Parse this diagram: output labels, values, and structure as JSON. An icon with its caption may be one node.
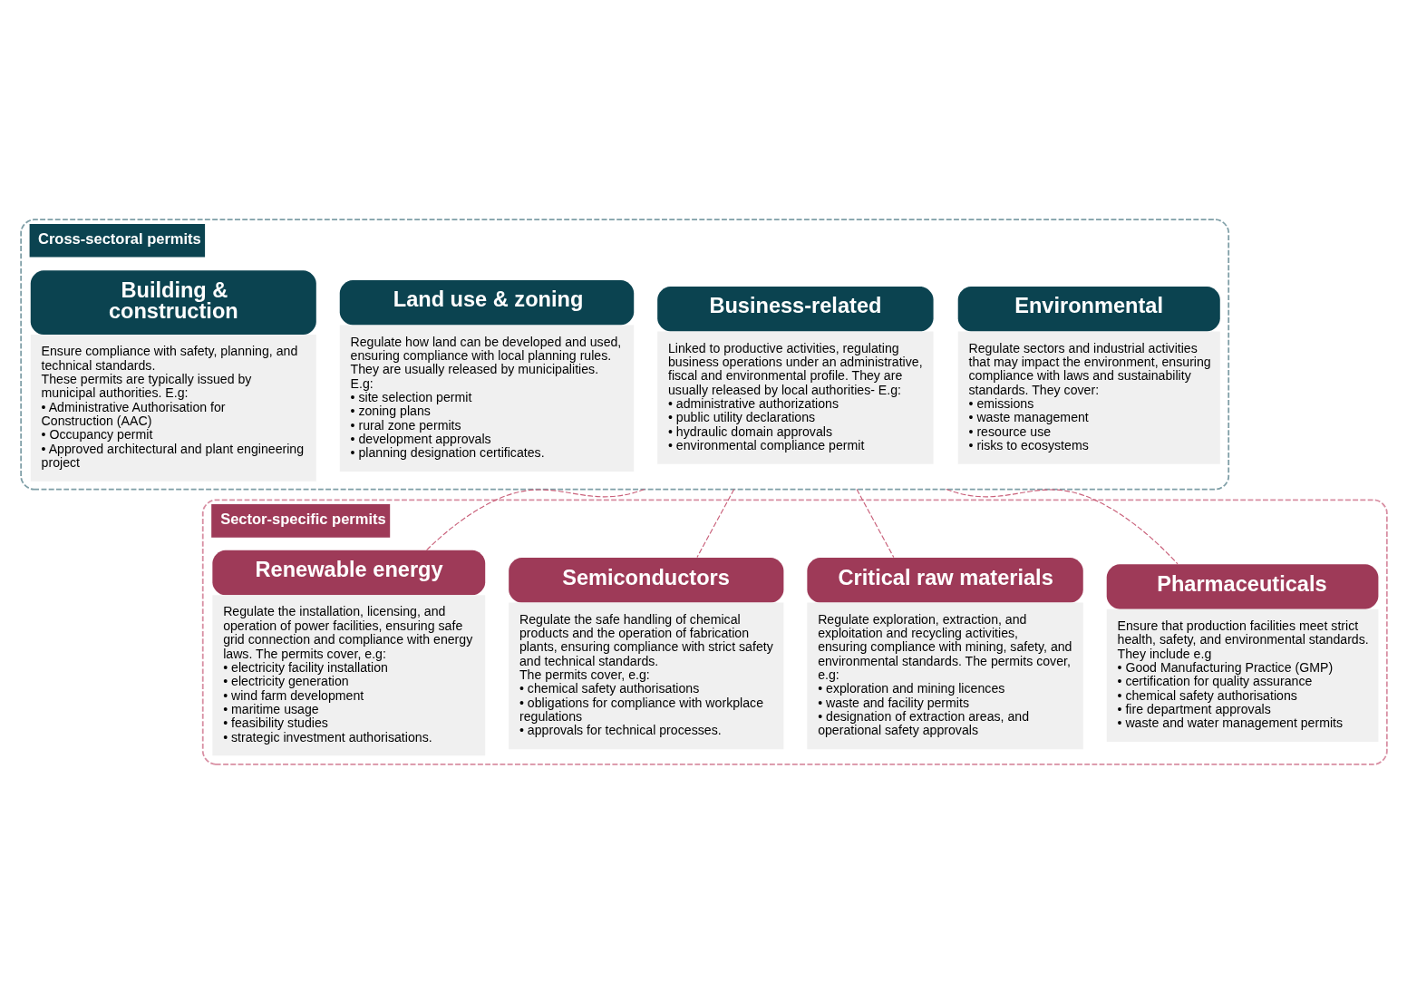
{
  "diagram": {
    "nodes": [
      {
        "text": [
          "Cross-sectoral permits"
        ]
      },
      {
        "text": [
          "Building & construction",
          "Ensure compliance with safety, planning, and technical standards.",
          "These permits are typically issued by municipal authorities. E.g:",
          "• Administrative Authorisation for Construction (AAC)",
          "• Occupancy permit",
          "• Approved architectural and plant engineering project"
        ],
        "in": 0
      },
      {
        "text": [
          "Land use & zoning",
          "Regulate how land can be developed and used, ensuring compliance with local planning rules. They are usually released by municipalities. E.g:",
          "• site selection permit",
          "• zoning plans",
          "• rural zone permits",
          "• development approvals",
          "• planning designation certificates."
        ],
        "in": 0
      },
      {
        "text": [
          "Business-related",
          "Linked to productive activities, regulating business operations under an administrative, fiscal and environmental profile. They are usually released by local authorities- E.g:",
          "• administrative authorizations",
          "• public utility declarations",
          "• hydraulic domain approvals",
          "• environmental compliance permit"
        ],
        "in": 0
      },
      {
        "text": [
          "Environmental",
          "Regulate sectors and industrial activities",
          "that may impact the environment, ensuring compliance with laws and sustainability standards. They cover:",
          "• emissions",
          "• waste management",
          "• resource use",
          "• risks to ecosystems"
        ],
        "in": 0
      },
      {
        "text": [
          "Sector-specific permits"
        ]
      },
      {
        "text": [
          "Renewable energy",
          "Regulate the installation, licensing, and operation of power facilities, ensuring safe grid connection and compliance with energy laws. The permits cover, e.g:",
          "• electricity facility installation",
          "• electricity generation",
          "• wind farm development",
          "• maritime usage",
          "• feasibility studies",
          "• strategic investment authorisations."
        ],
        "in": 5
      },
      {
        "text": [
          "Semiconductors",
          "Regulate the safe handling of chemical products and the operation of fabrication plants, ensuring compliance with strict safety and technical standards.",
          "The permits cover, e.g:",
          "• chemical safety authorisations",
          "• obligations for compliance with workplace regulations",
          "• approvals for technical processes."
        ],
        "in": 5
      },
      {
        "text": [
          "Critical raw materials",
          "Regulate exploration, extraction, and exploitation and recycling activities, ensuring compliance with mining, safety, and environmental standards. The permits cover, e.g:",
          "• exploration and mining licences",
          "• waste and facility permits",
          "• designation of extraction areas, and operational safety approvals"
        ],
        "in": 5
      },
      {
        "text": [
          "Pharmaceuticals",
          "Ensure that production facilities meet strict health, safety, and environmental standards. They include e.g",
          "• Good Manufacturing Practice (GMP)",
          "• certification for quality assurance",
          "• chemical safety authorisations",
          "• fire department approvals",
          "• waste and water management permits"
        ],
        "in": 5
      }
    ],
    "edges": [
      {
        "from": 0,
        "to": 6,
        "arrow": "none",
        "style": "dashed"
      },
      {
        "from": 0,
        "to": 7,
        "arrow": "none",
        "style": "dashed"
      },
      {
        "from": 0,
        "to": 8,
        "arrow": "none",
        "style": "dashed"
      },
      {
        "from": 0,
        "to": 9,
        "arrow": "none",
        "style": "dashed"
      }
    ]
  }
}
